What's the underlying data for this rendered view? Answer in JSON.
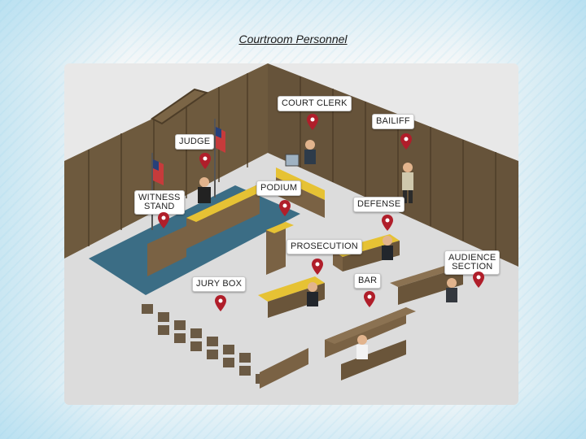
{
  "page": {
    "title": "Courtroom Personnel"
  },
  "diagram": {
    "labels": {
      "court_clerk": "COURT CLERK",
      "bailiff": "BAILIFF",
      "judge": "JUDGE",
      "witness_stand_line1": "WITNESS",
      "witness_stand_line2": "STAND",
      "podium": "PODIUM",
      "defense": "DEFENSE",
      "prosecution": "PROSECUTION",
      "audience_line1": "AUDIENCE",
      "audience_line2": "SECTION",
      "jury_box": "JURY BOX",
      "bar": "BAR"
    },
    "colors": {
      "wall": "#6e5a3e",
      "wall_panel": "#5a4830",
      "floor": "#d9d9d9",
      "carpet": "#3b6d85",
      "desk_top": "#e6c234",
      "wood": "#7a6244",
      "pin": "#b01e2a"
    }
  }
}
